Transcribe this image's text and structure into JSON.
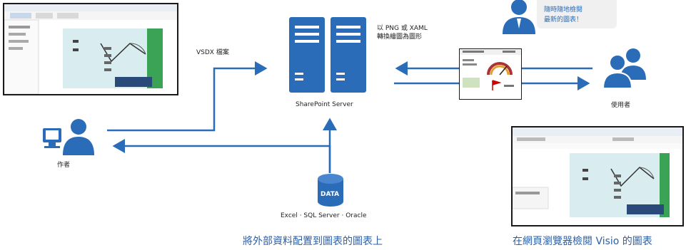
{
  "labels": {
    "vsdx_file": "VSDX 檔案",
    "server_name": "SharePoint Server",
    "png_xaml_line1": "以 PNG 或 XAML",
    "png_xaml_line2": "轉換繪圖為圖形",
    "author": "作者",
    "viewers": "使用者",
    "data_sources": "Excel · SQL Server · Oracle",
    "data_icon": "DATA",
    "speech_line1": "隨時隨地檢閱",
    "speech_line2": "最新的圖表！"
  },
  "captions": {
    "left": "將外部資料配置到圖表的圖表上",
    "right": "在網頁瀏覽器檢閱 Visio 的圖表"
  },
  "colors": {
    "accent_blue": "#2b6cb8",
    "caption_blue": "#2a5fa8",
    "arrow_blue": "#2b6cb8"
  }
}
